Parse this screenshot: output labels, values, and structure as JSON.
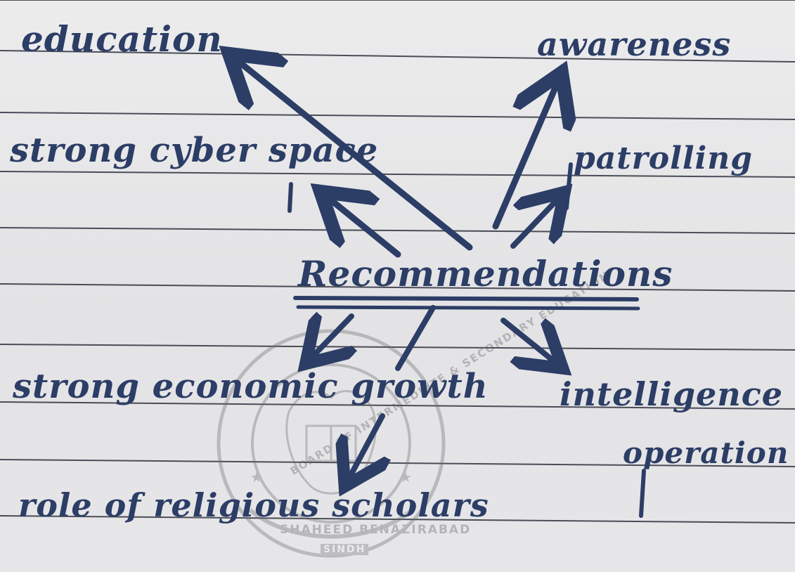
{
  "page": {
    "title": "Recommendations"
  },
  "center": {
    "label": "Recommendations"
  },
  "items": {
    "education": "education",
    "awareness": "awareness",
    "cyber": "strong cyber space",
    "patrolling": "patrolling",
    "economic": "strong economic growth",
    "intelligence": "intelligence",
    "operation": "operation",
    "religious": "role of religious scholars"
  },
  "seal": {
    "top_text": "BOARD OF INTERMEDIATE & SECONDARY EDUCATION",
    "bottom_text": "SHAHEED BENAZIRABAD",
    "region": "SINDH"
  },
  "colors": {
    "ink": "#2c3d66",
    "paper": "#e8e8ea",
    "rule_line": "#4a4d57"
  }
}
